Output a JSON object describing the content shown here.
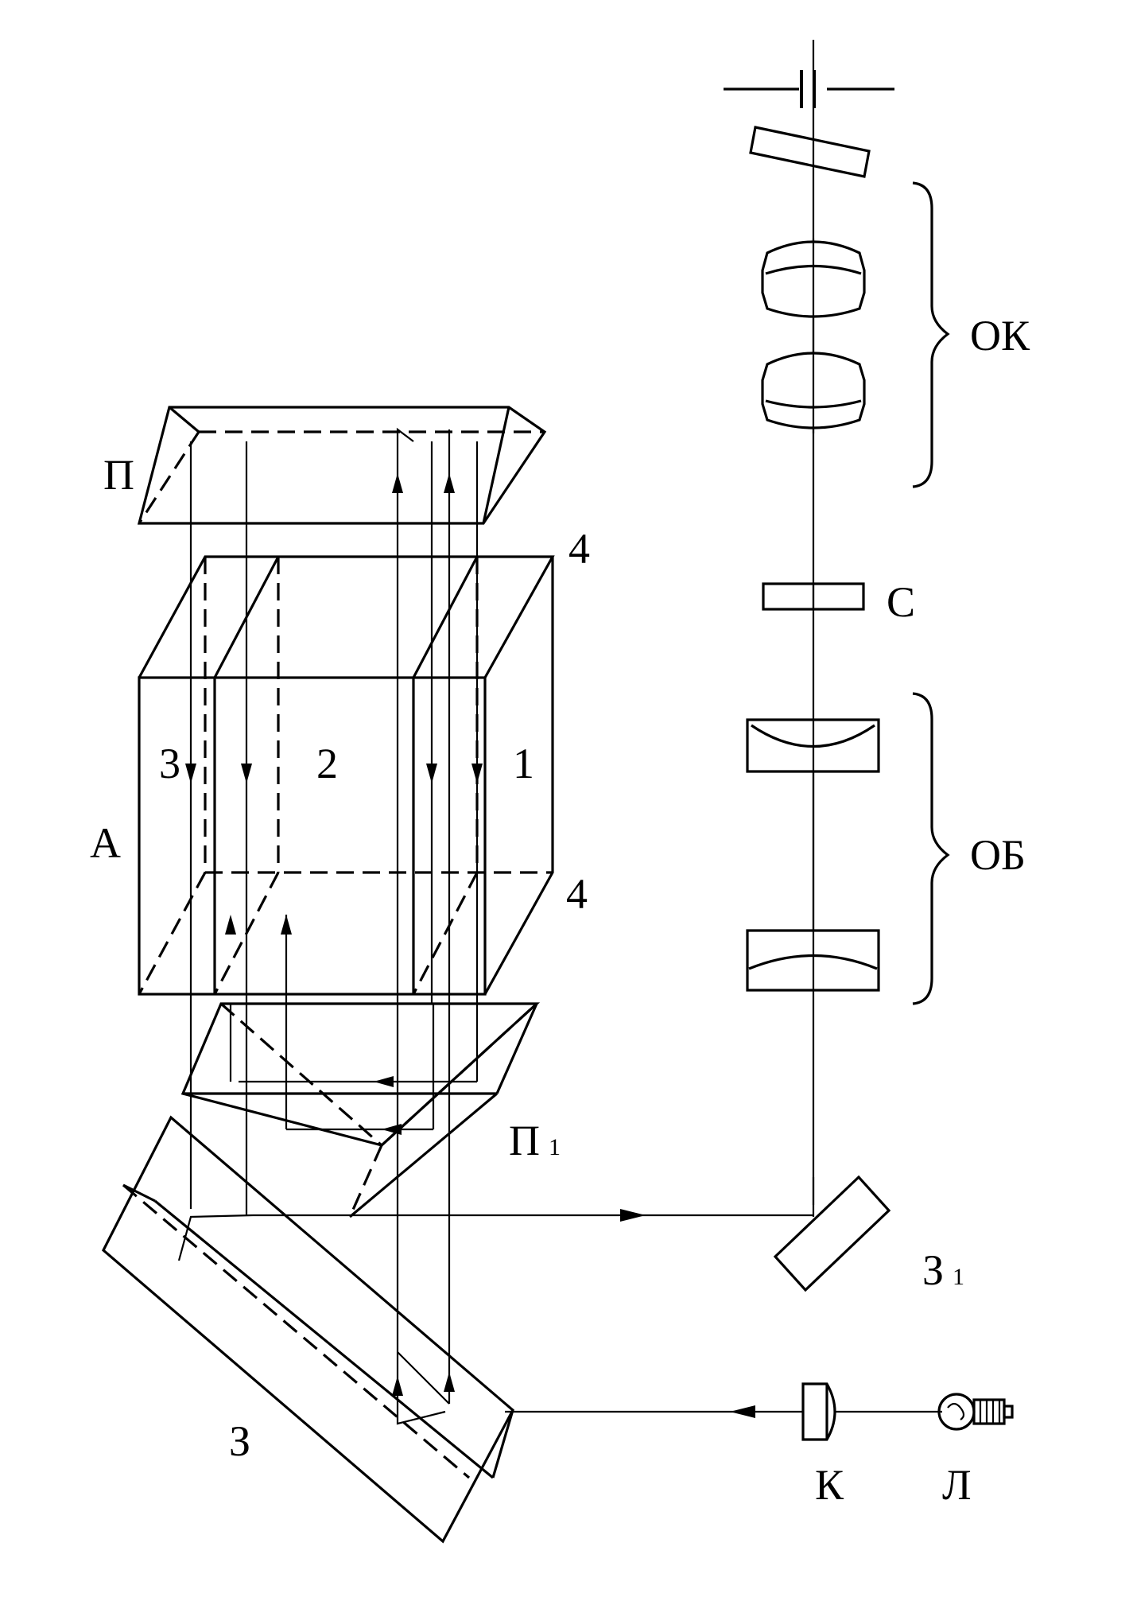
{
  "diagram": {
    "labels": {
      "prism_top": "П",
      "prism_bottom": "П",
      "prism_bottom_sub": "1",
      "block": "А",
      "face_1": "1",
      "face_2": "2",
      "face_3": "3",
      "edge_4_top": "4",
      "edge_4_bottom": "4",
      "mirror_main": "З",
      "mirror_second": "З",
      "mirror_second_sub": "1",
      "eyepiece": "ОК",
      "objective": "ОБ",
      "slit": "С",
      "condenser": "К",
      "lamp": "Л"
    },
    "colors": {
      "ink": "#000000",
      "paper": "#ffffff"
    }
  }
}
